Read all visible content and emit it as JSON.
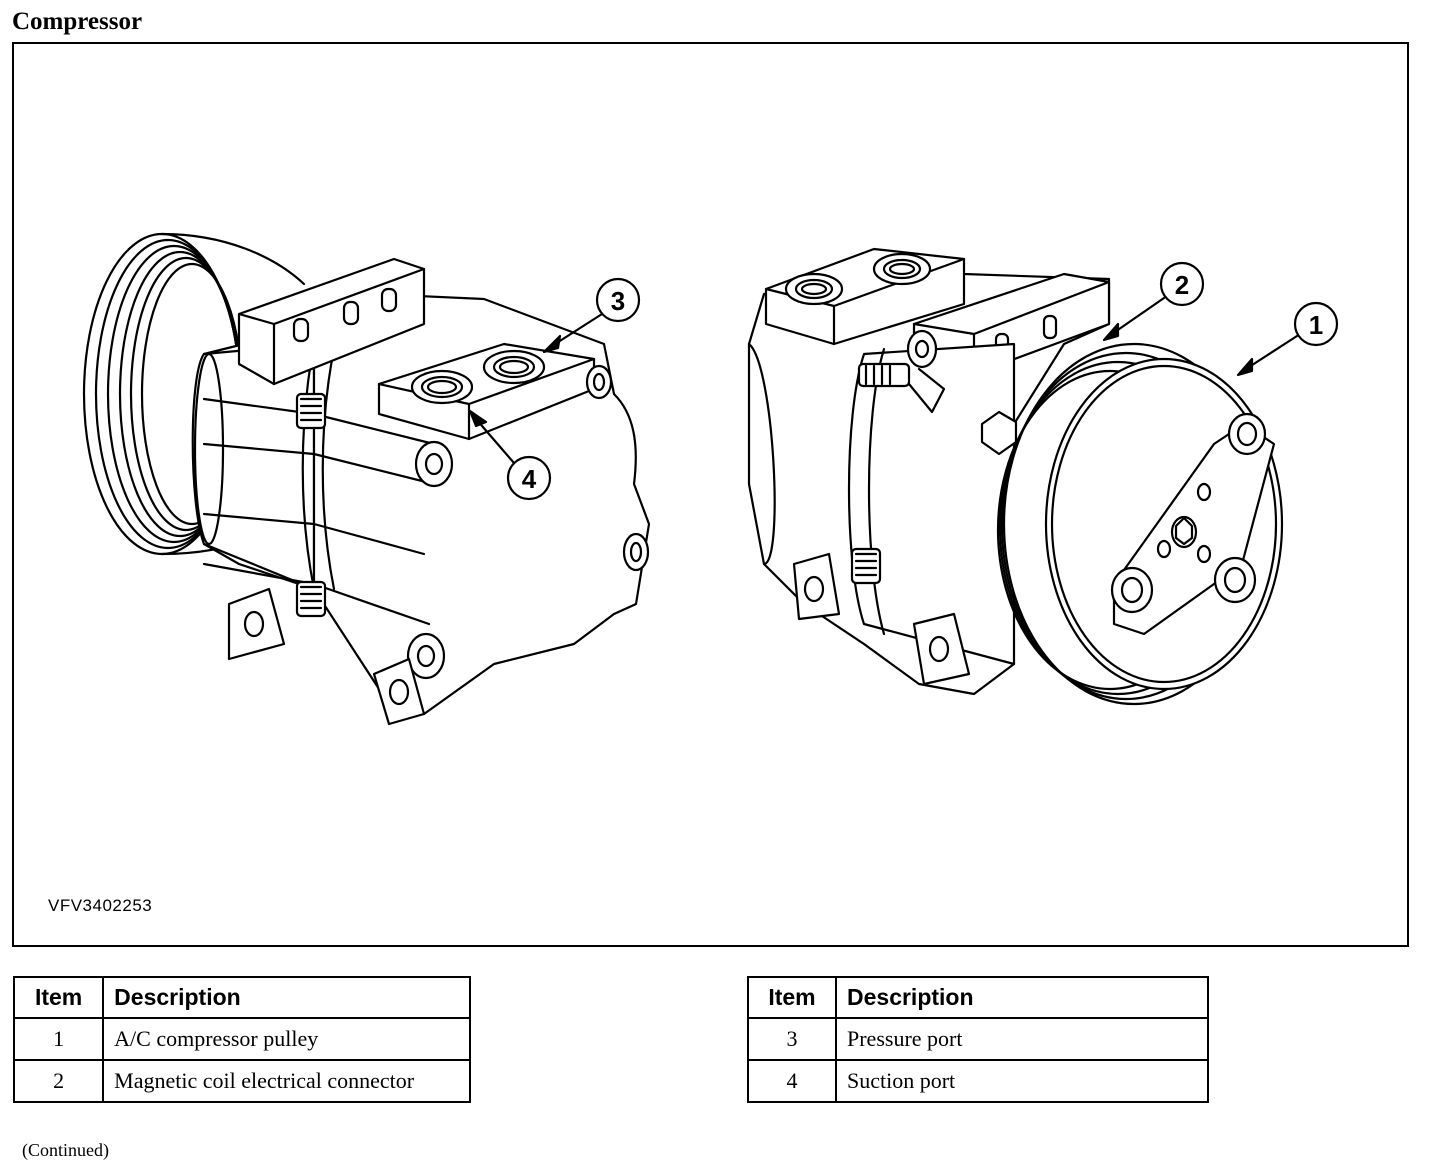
{
  "page": {
    "title": "Compressor"
  },
  "figure": {
    "id": "VFV3402253",
    "callouts": [
      "1",
      "2",
      "3",
      "4"
    ]
  },
  "tables": {
    "left": {
      "headers": {
        "item": "Item",
        "description": "Description"
      },
      "rows": [
        {
          "item": "1",
          "description": "A/C compressor pulley"
        },
        {
          "item": "2",
          "description": "Magnetic coil electrical connector"
        }
      ]
    },
    "right": {
      "headers": {
        "item": "Item",
        "description": "Description"
      },
      "rows": [
        {
          "item": "3",
          "description": "Pressure port"
        },
        {
          "item": "4",
          "description": "Suction port"
        }
      ]
    }
  },
  "footer": {
    "continued": "(Continued)"
  }
}
